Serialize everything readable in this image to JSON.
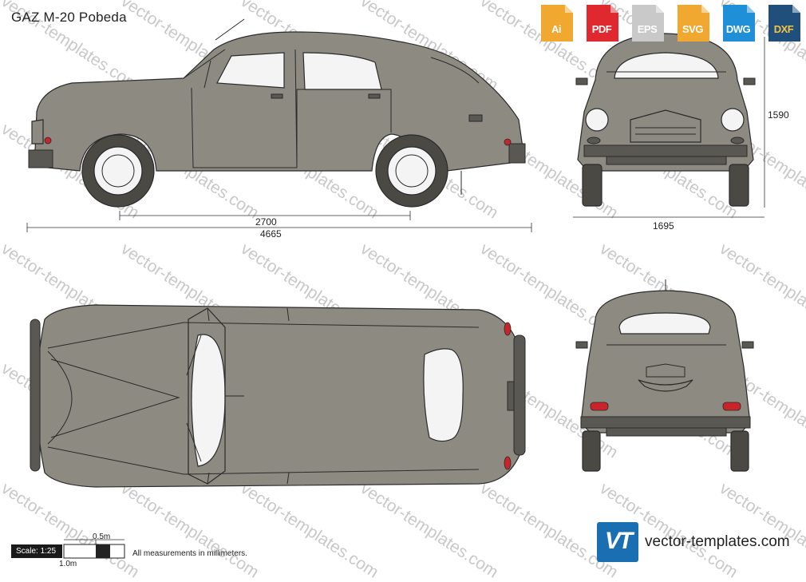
{
  "title": "GAZ M-20 Pobeda",
  "formats": [
    {
      "label": "Ai",
      "color": "#f0a830"
    },
    {
      "label": "PDF",
      "color": "#e0292e"
    },
    {
      "label": "EPS",
      "color": "#c9c9c9"
    },
    {
      "label": "SVG",
      "color": "#f0a830"
    },
    {
      "label": "DWG",
      "color": "#1f8fd8"
    },
    {
      "label": "DXF",
      "color": "#1f4f7a"
    }
  ],
  "dimensions": {
    "wheelbase": "2700",
    "length": "4665",
    "height": "1590",
    "width": "1695"
  },
  "scale": {
    "label": "Scale: 1:25",
    "half_meter": "0.5m",
    "one_meter": "1.0m",
    "note": "All measurements in millimeters."
  },
  "watermark": "vector-templates.com",
  "brand": {
    "logo_text": "VT",
    "site": "vector-templates.com",
    "color": "#1a6fb3"
  },
  "colors": {
    "body": "#8d8a82",
    "outline": "#2a2a2a",
    "window": "#f4f4f4"
  }
}
